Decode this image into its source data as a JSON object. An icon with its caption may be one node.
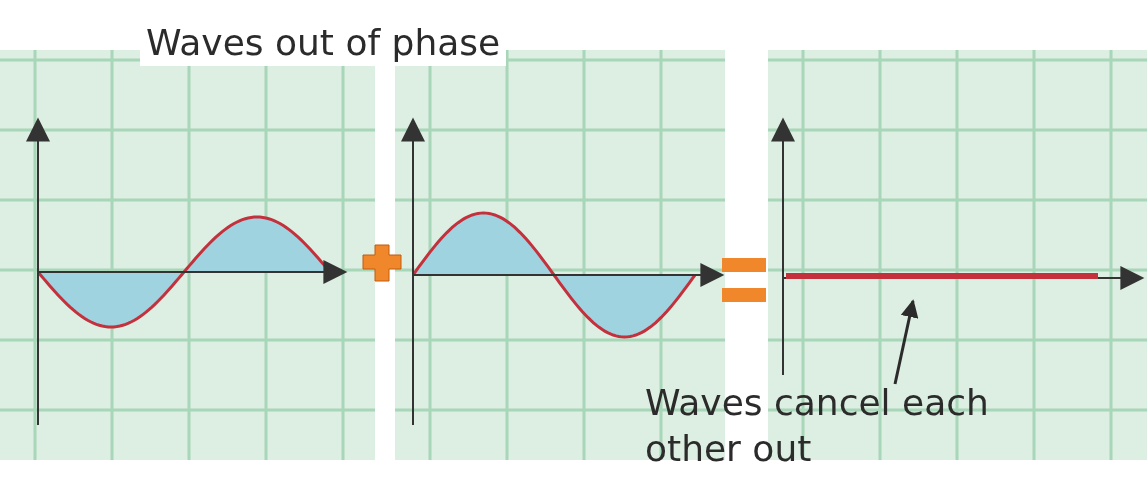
{
  "diagram": {
    "title": "Waves out of phase",
    "nodes": [
      {
        "text": [
          "Waves cancel each other out"
        ]
      },
      {
        "text": [],
        "shape": "line"
      }
    ],
    "edges": [
      {
        "from": 0,
        "to": 1,
        "arrow": "to"
      }
    ]
  }
}
